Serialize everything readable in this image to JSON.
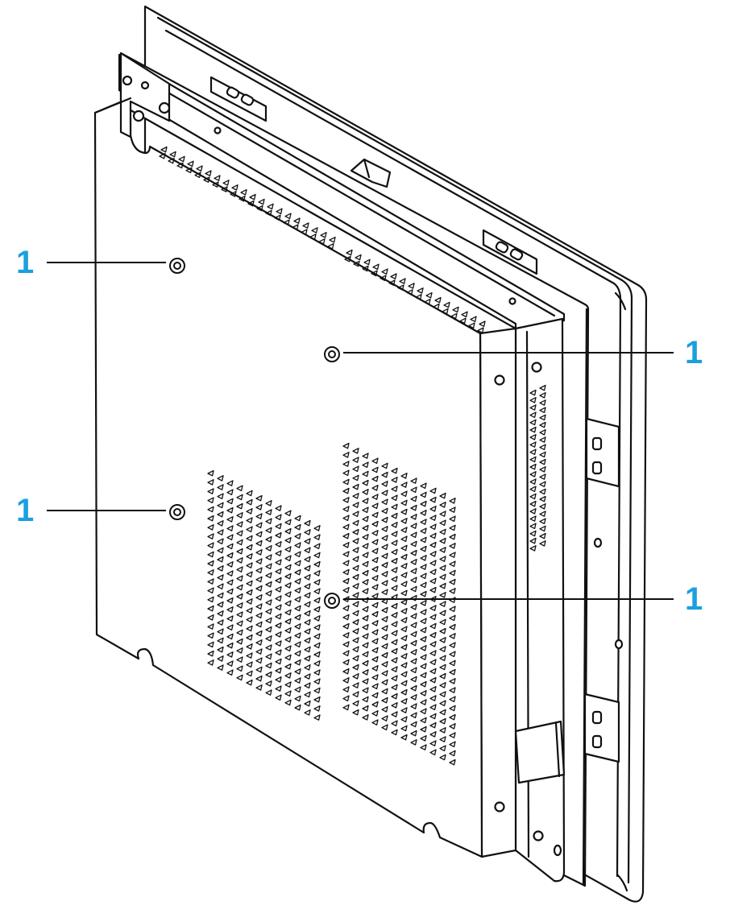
{
  "accent_color": "#1aa0e0",
  "line_color": "#111111",
  "panel_color": "#ffffff",
  "callouts": [
    {
      "label": "1",
      "target": "mounting-hole"
    },
    {
      "label": "1",
      "target": "mounting-hole"
    },
    {
      "label": "1",
      "target": "mounting-hole"
    },
    {
      "label": "1",
      "target": "mounting-hole"
    }
  ]
}
